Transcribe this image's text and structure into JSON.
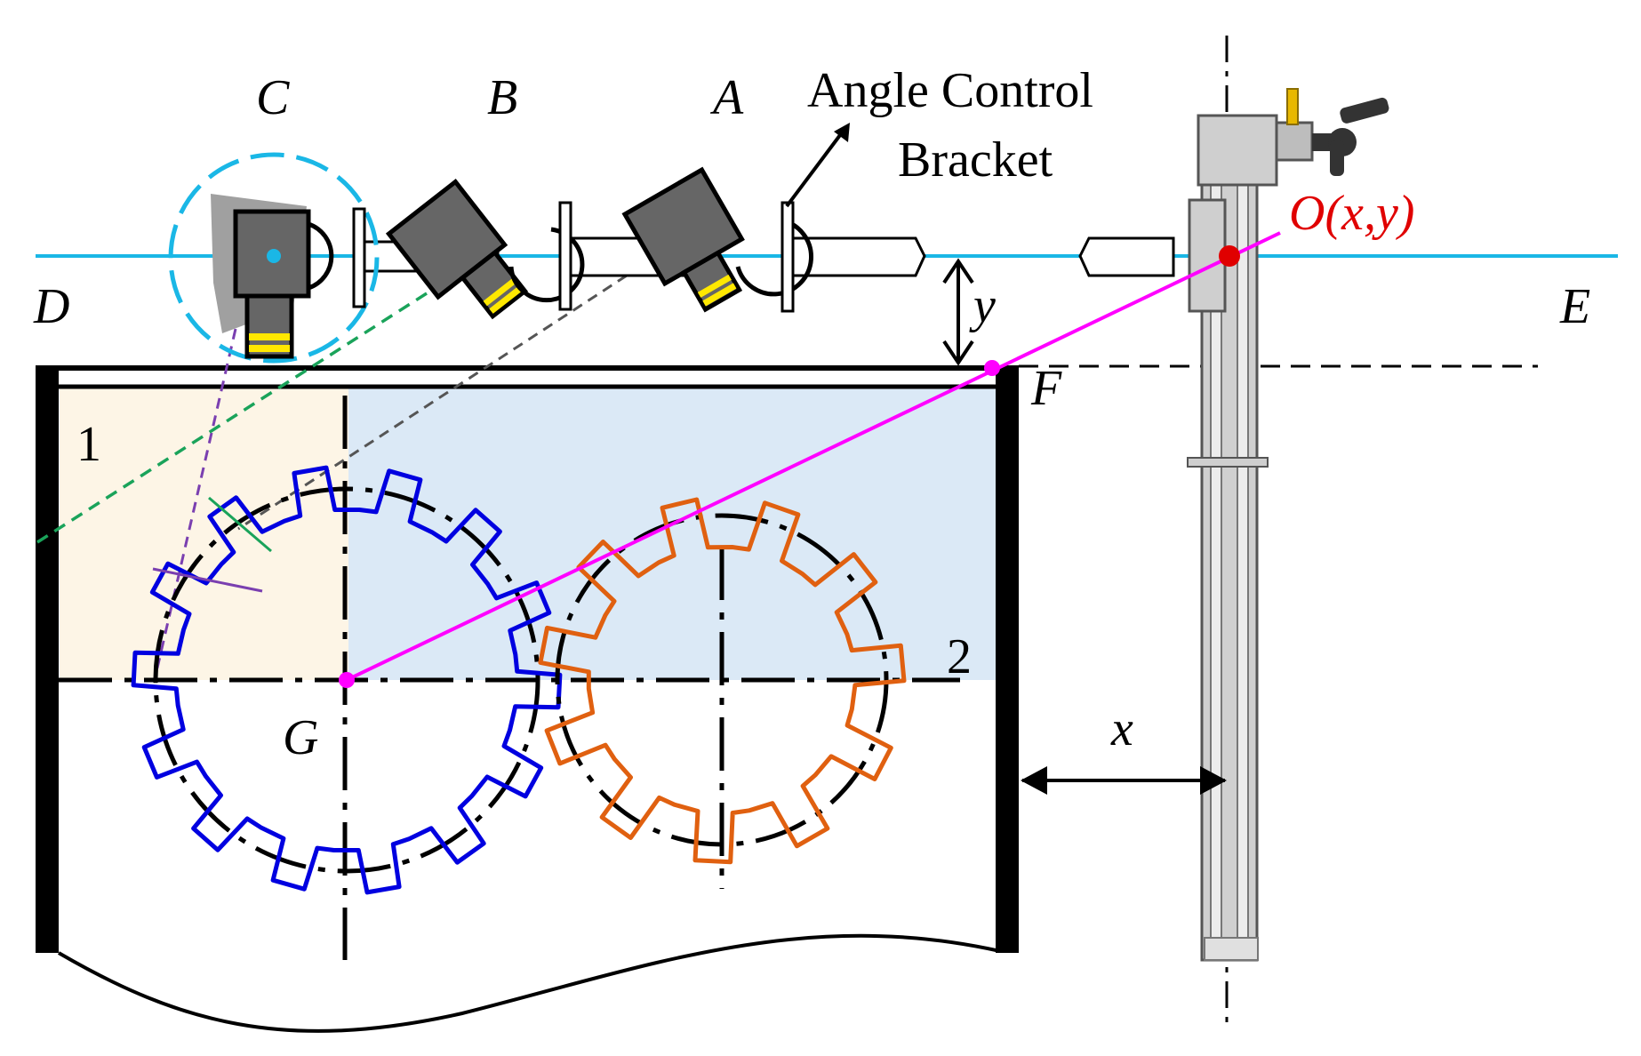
{
  "labels": {
    "camera_c": "C",
    "camera_b": "B",
    "camera_a": "A",
    "bracket_line1": "Angle Control",
    "bracket_line2": "Bracket",
    "point_o": "O(x,y)",
    "point_d": "D",
    "point_e": "E",
    "point_f": "F",
    "point_g": "G",
    "dim_y": "y",
    "dim_x": "x",
    "region_1": "1",
    "region_2": "2"
  },
  "colors": {
    "rail_line": "#1ab7e6",
    "sight_line": "#ff00ff",
    "point_o": "#e00000",
    "gear_blue": "#0000e0",
    "gear_orange": "#e06010",
    "region_1_fill": "#fdf5e6",
    "region_2_fill": "#dbe9f6",
    "camera_c_view": "#7a3fb0",
    "camera_b_view": "#1aa35a",
    "camera_a_view": "#555555",
    "lens_band": "#ffe800"
  },
  "gears": {
    "blue_teeth": 14,
    "orange_teeth": 11
  }
}
